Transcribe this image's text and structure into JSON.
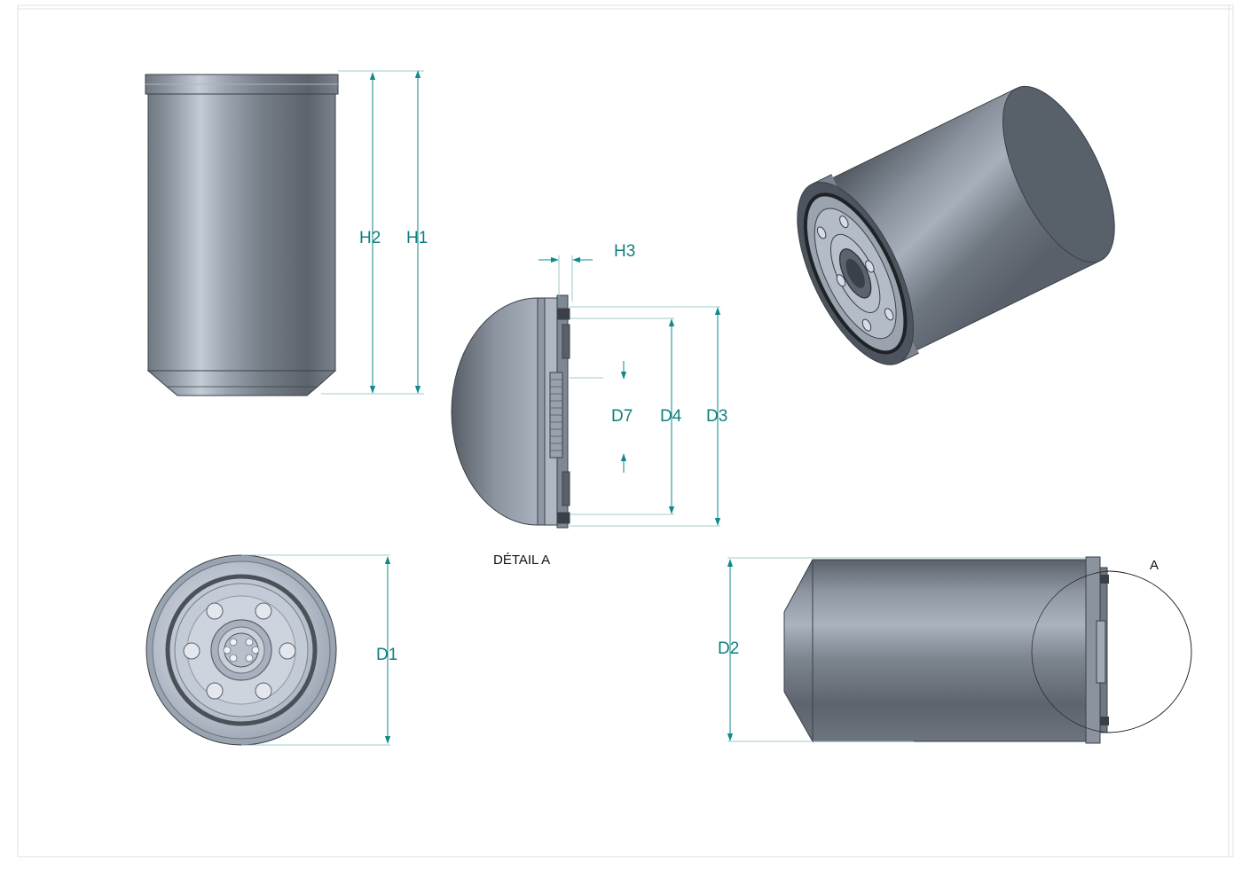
{
  "dimensions": {
    "h1": "H1",
    "h2": "H2",
    "h3": "H3",
    "d1": "D1",
    "d2": "D2",
    "d3": "D3",
    "d4": "D4",
    "d7": "D7"
  },
  "detail": {
    "caption": "DÉTAIL A",
    "marker": "A"
  },
  "colors": {
    "dimension": "#0f8a8a",
    "metal_dark": "#4e555e",
    "metal_light": "#c9d0da",
    "background": "#ffffff"
  }
}
